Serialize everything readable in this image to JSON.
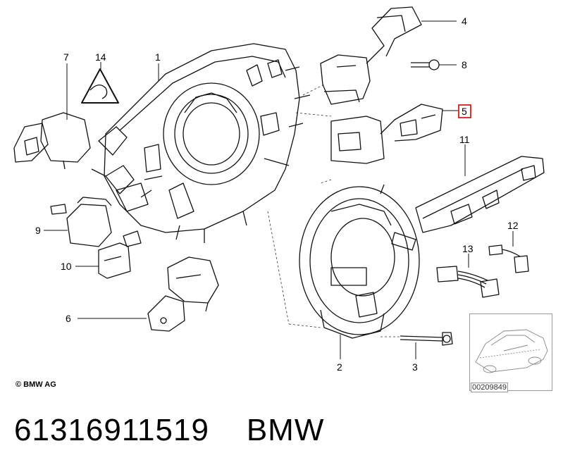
{
  "callouts": [
    "1",
    "2",
    "3",
    "4",
    "5",
    "6",
    "7",
    "8",
    "9",
    "10",
    "11",
    "12",
    "13",
    "14"
  ],
  "highlighted_callout": "5",
  "highlight_color": "#d40000",
  "copyright": "© BMW AG",
  "reference_code": "00209849",
  "footer": {
    "part_number": "61316911519",
    "brand": "BMW"
  }
}
